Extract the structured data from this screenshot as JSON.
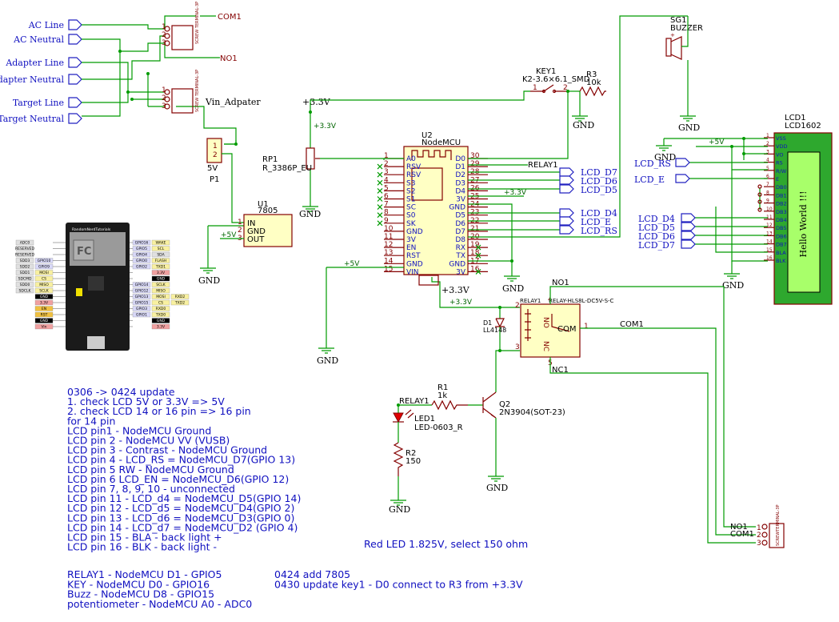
{
  "ports_left": {
    "ac_line": "AC Line",
    "ac_neutral": "AC Neutral",
    "adapter_line": "Adapter Line",
    "adapter_neutral": "Adapter Neutral",
    "target_line": "Target Line",
    "target_neutral": "Target Neutral"
  },
  "screw_terminal": "SCREW TERMINAL-3P",
  "screw_terminal2": "SCREWTERMINAL-3P",
  "pins": {
    "p1": "1",
    "p2": "2",
    "p3": "3",
    "p4": "4",
    "p5": "5",
    "p6": "6",
    "p7": "7",
    "p8": "8",
    "p9": "9",
    "p10": "10",
    "p11": "11",
    "p12": "12",
    "p13": "13",
    "p14": "14",
    "p15": "15",
    "p16": "16",
    "p17": "17",
    "p18": "18",
    "p19": "19",
    "p20": "20",
    "p21": "21",
    "p22": "22",
    "p23": "23",
    "p24": "24",
    "p25": "25",
    "p26": "26",
    "p27": "27",
    "p28": "28",
    "p29": "29",
    "p30": "30"
  },
  "net": {
    "com1": "COM1",
    "no1": "NO1",
    "nc1": "NC1",
    "vin_adapter": "Vin_Adpater",
    "v33": "+3.3V",
    "v5": "+5V",
    "gnd": "GND",
    "relay1": "RELAY1",
    "lcd_d7": "LCD_D7",
    "lcd_d6": "LCD_D6",
    "lcd_d5": "LCD_D5",
    "lcd_d4": "LCD_D4",
    "lcd_e": "LCD_E",
    "lcd_rs": "LCD_RS",
    "lcd_d4b": "LCD_D4",
    "lcd_d5b": "LCD_D5",
    "lcd_d6b": "LCD_D6",
    "lcd_d7b": "LCD_D7",
    "lcd_rs2": "LCD_RS",
    "lcd_e2": "LCD_E",
    "v33_label": "+3.3V",
    "v33_relay": "+3.3V",
    "com_big": "COM1",
    "no1_b": "NO1",
    "com1_b": "COM1",
    "no_b": "NO",
    "com_relay": "COM",
    "nc_b": "NC"
  },
  "p1": {
    "ref": "P1",
    "value": "5V"
  },
  "u1": {
    "ref": "U1",
    "value": "7805",
    "in": "IN",
    "gnd": "GND",
    "out": "OUT"
  },
  "rp1": {
    "ref": "RP1",
    "value": "R_3386P_EU"
  },
  "u2": {
    "ref": "U2",
    "value": "NodeMCU",
    "left": [
      "A0",
      "RSV",
      "RSV",
      "S3",
      "S2",
      "S1",
      "SC",
      "S0",
      "SK",
      "GND",
      "3V",
      "EN",
      "RST",
      "GND",
      "VIN"
    ],
    "right": [
      "D0",
      "D1",
      "D2",
      "D3",
      "D4",
      "3V",
      "GND",
      "D5",
      "D6",
      "D7",
      "D8",
      "RX",
      "TX",
      "GND",
      "3V"
    ]
  },
  "key1": {
    "ref": "KEY1",
    "value": "K2-3.6×6.1_SMD"
  },
  "r3": {
    "ref": "R3",
    "value": "10k"
  },
  "sg1": {
    "ref": "SG1",
    "value": "BUZZER"
  },
  "lcd": {
    "ref": "LCD1",
    "value": "LCD1602",
    "screen": "Hello World !!!",
    "pins": [
      "VSS",
      "VDD",
      "VO",
      "RS",
      "R/W",
      "E",
      "DB0",
      "DB1",
      "DB2",
      "DB3",
      "DB4",
      "DB5",
      "DB6",
      "DB7",
      "BLA",
      "BLK"
    ]
  },
  "relay": {
    "ref": "RELAY1",
    "value": "RELAY-HLS8L-DC5V-S-C"
  },
  "d1": {
    "ref": "D1",
    "value": "LL4148"
  },
  "r1": {
    "ref": "R1",
    "value": "1k"
  },
  "q2": {
    "ref": "Q2",
    "value": "2N3904(SOT-23)"
  },
  "led1": {
    "ref": "LED1",
    "value": "LED-0603_R"
  },
  "r2": {
    "ref": "R2",
    "value": "150"
  },
  "board": {
    "title": "RandomNerdTutorials",
    "left": [
      [
        "ADC0",
        ""
      ],
      [
        "RESERVED",
        ""
      ],
      [
        "RESERVED",
        ""
      ],
      [
        "SDD3",
        "GPIO10"
      ],
      [
        "SDD2",
        "GPIO9"
      ],
      [
        "SDD1",
        "MOSI"
      ],
      [
        "SDCMD",
        "CS"
      ],
      [
        "SDD0",
        "MISO"
      ],
      [
        "SDCLK",
        "SCLK"
      ],
      [
        "",
        "GND"
      ],
      [
        "",
        "3.3V"
      ],
      [
        "",
        "EN"
      ],
      [
        "",
        "RST"
      ],
      [
        "",
        "GND"
      ],
      [
        "",
        "Vin"
      ]
    ],
    "right": [
      [
        "GPIO16",
        "WAKE"
      ],
      [
        "GPIO5",
        "SCL"
      ],
      [
        "GPIO4",
        "SDA"
      ],
      [
        "GPIO0",
        "FLASH"
      ],
      [
        "GPIO2",
        "TXD1"
      ],
      [
        "",
        "3.3V"
      ],
      [
        "",
        "GND"
      ],
      [
        "GPIO14",
        "SCLK"
      ],
      [
        "GPIO12",
        "MISO"
      ],
      [
        "GPIO13",
        "MOSI",
        "RXD2"
      ],
      [
        "GPIO15",
        "CS",
        "TXD2"
      ],
      [
        "GPIO3",
        "RXD0"
      ],
      [
        "GPIO1",
        "TXD0"
      ],
      [
        "",
        "GND"
      ],
      [
        "",
        "3.3V"
      ]
    ]
  },
  "notes": [
    "0306 -> 0424 update",
    "1. check LCD 5V or 3.3V => 5V",
    "2. check LCD 14 or 16 pin => 16 pin",
    "for 14 pin",
    "LCD pin1 - NodeMCU Ground",
    "LCD pin 2 - NodeMCU VV (VUSB)",
    "LCD pin 3 - Contrast - NodeMCU Ground",
    "LCD pin 4 - LCD_RS = NodeMCU_D7(GPIO 13)",
    "LCD pin 5 RW - NodeMCU Ground",
    "LCD pin 6 LCD_EN = NodeMCU_D6(GPIO 12)",
    "LCD pin 7, 8, 9, 10 - unconnected",
    "LCD pin 11 - LCD_d4 = NodeMCU_D5(GPIO 14)",
    "LCD pin 12 - LCD_d5 = NodeMCU_D4(GPIO 2)",
    "LCD pin 13 - LCD_d6 = NodeMCU_D3(GPIO 0)",
    "LCD pin 14 - LCD_d7 = NodeMCU_D2 (GPIO 4)",
    "LCD pin 15 - BLA - back light +",
    "LCD pin 16 - BLK - back light -"
  ],
  "notes2": [
    "RELAY1 - NodeMCU D1 - GPIO5",
    "KEY - NodeMCU D0 - GPIO16",
    "Buzz - NodeMCU D8 - GPIO15",
    "potentiometer - NodeMCU A0 - ADC0"
  ],
  "notes3": [
    "0424 add 7805",
    "0430 update key1 - D0 connect to R3 from +3.3V"
  ],
  "led_note": "Red LED 1.825V, select 150 ohm",
  "colors": {
    "wire": "#009b00",
    "component": "#840000",
    "label": "#1010c0",
    "lcd_bg": "#2ea82e",
    "lcd_screen": "#a8ff6a"
  }
}
